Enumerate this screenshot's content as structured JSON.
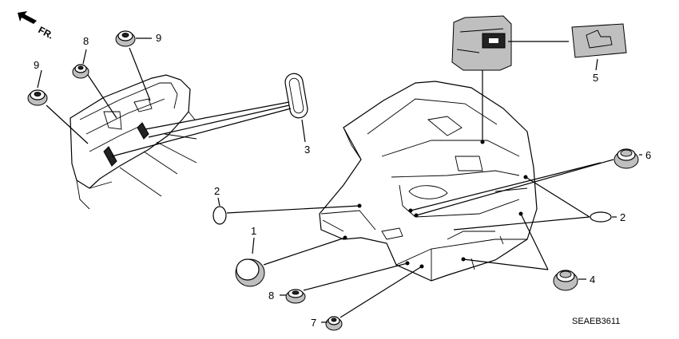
{
  "orientation": {
    "label": "FR."
  },
  "drawing_code": "SEAEB3611",
  "callouts": [
    {
      "id": "callout-1",
      "text": "1"
    },
    {
      "id": "callout-2a",
      "text": "2"
    },
    {
      "id": "callout-2b",
      "text": "2"
    },
    {
      "id": "callout-3",
      "text": "3"
    },
    {
      "id": "callout-4",
      "text": "4"
    },
    {
      "id": "callout-5",
      "text": "5"
    },
    {
      "id": "callout-6",
      "text": "6"
    },
    {
      "id": "callout-7",
      "text": "7"
    },
    {
      "id": "callout-8a",
      "text": "8"
    },
    {
      "id": "callout-8b",
      "text": "8"
    },
    {
      "id": "callout-9a",
      "text": "9"
    },
    {
      "id": "callout-9b",
      "text": "9"
    }
  ]
}
